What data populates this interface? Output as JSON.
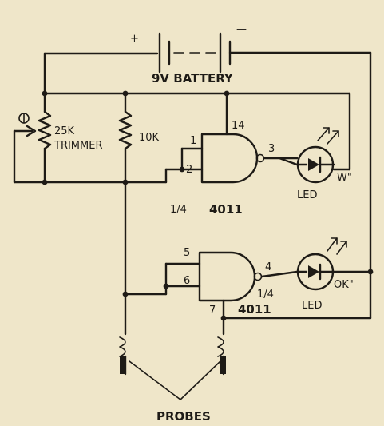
{
  "labels": {
    "battery_plus": "+",
    "battery_minus": "—",
    "battery": "9V BATTERY",
    "trimmer_value": "25K",
    "trimmer_name": "TRIMMER",
    "resistor": "10K",
    "gate1_pin_a": "1",
    "gate1_pin_b": "2",
    "gate1_pin_vdd": "14",
    "gate1_pin_out": "3",
    "gate1_fraction": "1/4",
    "gate1_part": "4011",
    "led1_tag": "W\"",
    "led1": "LED",
    "gate2_pin_a": "5",
    "gate2_pin_b": "6",
    "gate2_pin_vss": "7",
    "gate2_pin_out": "4",
    "gate2_fraction": "1/4",
    "gate2_part": "4011",
    "led2_tag": "OK\"",
    "led2": "LED",
    "probes": "PROBES"
  },
  "colors": {
    "ink": "#1e1b16",
    "paper": "#efe6c9"
  }
}
